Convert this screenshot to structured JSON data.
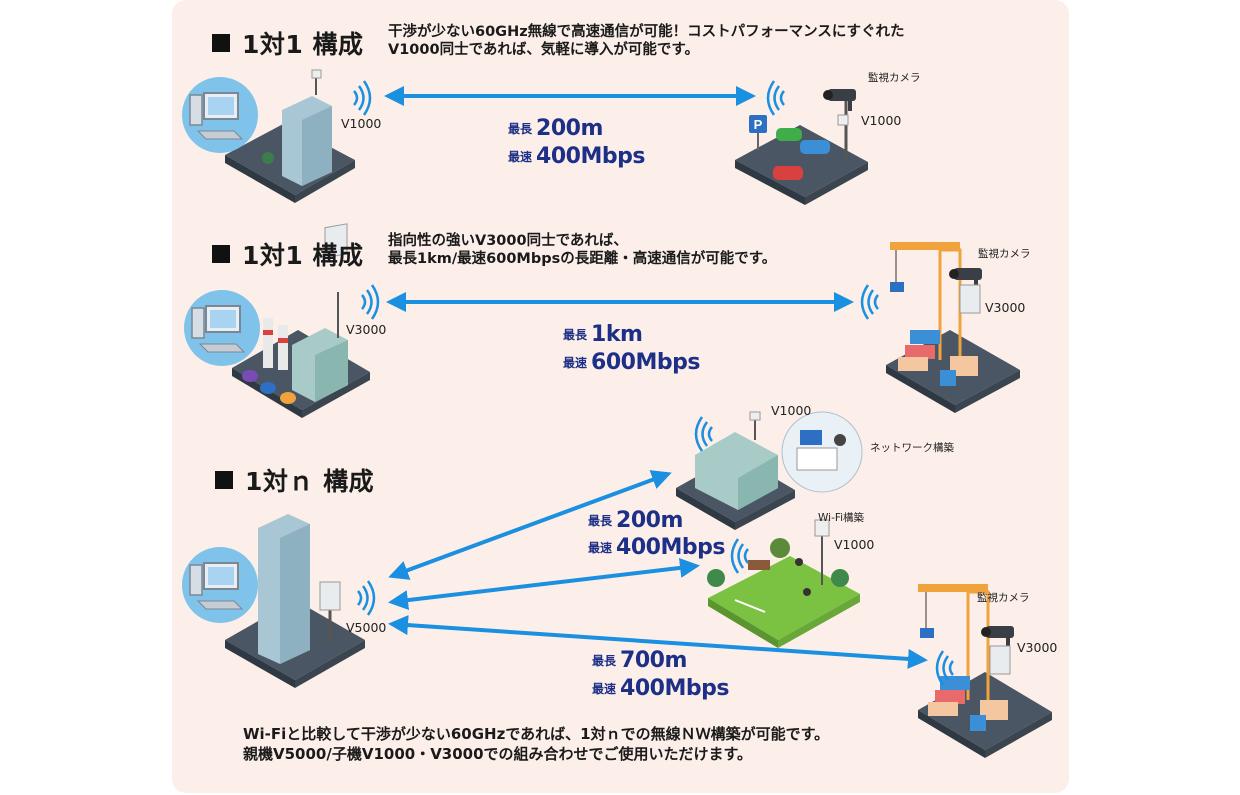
{
  "sections": [
    {
      "heading": "1対1 構成",
      "desc_lines": [
        "干渉が少ない60GHz無線で高速通信が可能！コストパフォーマンスにすぐれた",
        "V1000同士であれば、気軽に導入が可能です。"
      ],
      "left_device": "V1000",
      "right_device": "V1000",
      "right_caption": "監視カメラ",
      "spec": {
        "dist_label": "最長",
        "dist_value": "200m",
        "speed_label": "最速",
        "speed_value": "400Mbps"
      }
    },
    {
      "heading": "1対1 構成",
      "desc_lines": [
        "指向性の強いV3000同士であれば、",
        "最長1km/最速600Mbpsの長距離・高速通信が可能です。"
      ],
      "left_device": "V3000",
      "right_device": "V3000",
      "right_caption": "監視カメラ",
      "spec": {
        "dist_label": "最長",
        "dist_value": "1km",
        "speed_label": "最速",
        "speed_value": "600Mbps"
      }
    },
    {
      "heading": "1対ｎ 構成",
      "parent_device": "V5000",
      "targets": [
        {
          "device": "V1000",
          "caption": "ネットワーク構築"
        },
        {
          "device": "V1000",
          "caption": "Wi-Fi構築"
        },
        {
          "device": "V3000",
          "caption": "監視カメラ"
        }
      ],
      "spec_upper": {
        "dist_label": "最長",
        "dist_value": "200m",
        "speed_label": "最速",
        "speed_value": "400Mbps"
      },
      "spec_lower": {
        "dist_label": "最長",
        "dist_value": "700m",
        "speed_label": "最速",
        "speed_value": "400Mbps"
      },
      "footer_lines": [
        "Wi-Fiと比較して干渉が少ない60GHzであれば、1対ｎでの無線ＮＷ構築が可能です。",
        "親機V5000/子機V1000・V3000での組み合わせでご使用いただけます。"
      ]
    }
  ],
  "parking_sign": "P",
  "colors": {
    "panel": "#fcefe9",
    "arrow": "#1b8fe0",
    "spec_text": "#1d2f86",
    "pc_circle": "#7fc3ea",
    "ground": "#3e4a57"
  }
}
